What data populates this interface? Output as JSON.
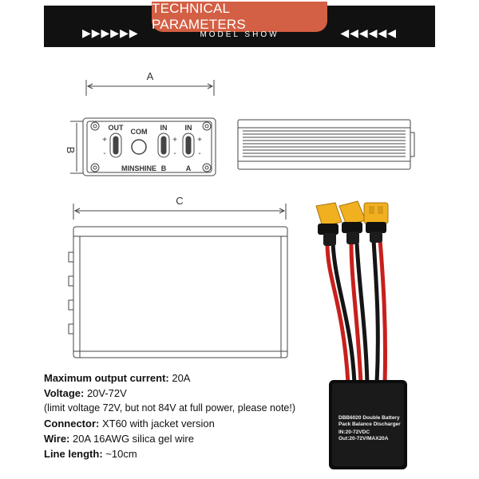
{
  "banner": {
    "title": "TECHNICAL PARAMETERS",
    "subtitle": "MODEL SHOW",
    "left_arrows": "▶▶▶▶▶▶",
    "right_arrows": "◀◀◀◀◀◀",
    "color_tab": "#d35f44",
    "color_bar": "#111111"
  },
  "drawing": {
    "dim_a": "A",
    "dim_b": "B",
    "dim_c": "C",
    "front_panel": {
      "out": "OUT",
      "com": "COM",
      "in_b": "IN",
      "in_a": "IN",
      "brand": "MINSHINE",
      "label_b": "B",
      "label_a": "A",
      "plus": "+",
      "minus": "-"
    }
  },
  "product": {
    "label_line1": "DBB6020 Double Battery",
    "label_line2": "Pack Balance Discharger",
    "label_line3": "IN:20-72VDC",
    "label_line4": "Out:20-72V/MAX20A"
  },
  "specs": {
    "current_key": "Maximum output current:",
    "current_val": " 20A",
    "voltage_key": "Voltage:",
    "voltage_val": " 20V-72V",
    "voltage_note": "(limit voltage 72V, but not 84V at full power, please note!)",
    "connector_key": "Connector:",
    "connector_val": " XT60 with jacket version",
    "wire_key": "Wire:",
    "wire_val": " 20A 16AWG silica gel wire",
    "length_key": "Line length:",
    "length_val": " ~10cm"
  }
}
